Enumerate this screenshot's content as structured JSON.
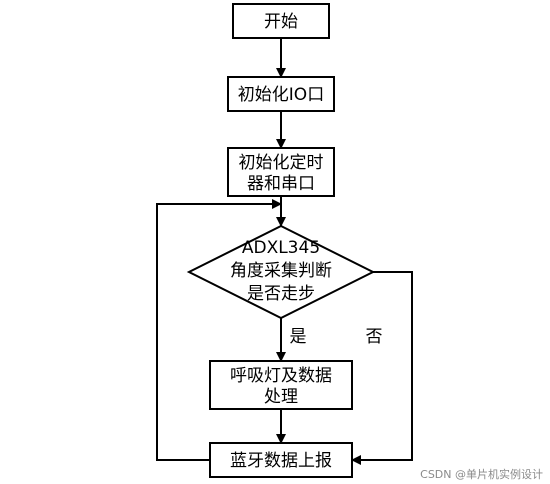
{
  "nodes": {
    "start": {
      "label": "开始"
    },
    "init_io": {
      "label": "初始化IO口"
    },
    "init_timer_line1": {
      "label": "初始化定时"
    },
    "init_timer_line2": {
      "label": "器和串口"
    },
    "decision_line1": {
      "label": "ADXL345"
    },
    "decision_line2": {
      "label": "角度采集判断"
    },
    "decision_line3": {
      "label": "是否走步"
    },
    "process_line1": {
      "label": "呼吸灯及数据"
    },
    "process_line2": {
      "label": "处理"
    },
    "report": {
      "label": "蓝牙数据上报"
    }
  },
  "branches": {
    "yes": "是",
    "no": "否"
  },
  "watermark": "CSDN @单片机实例设计",
  "colors": {
    "stroke": "#000000",
    "fill": "#ffffff",
    "watermark": "#8a8a8a"
  }
}
